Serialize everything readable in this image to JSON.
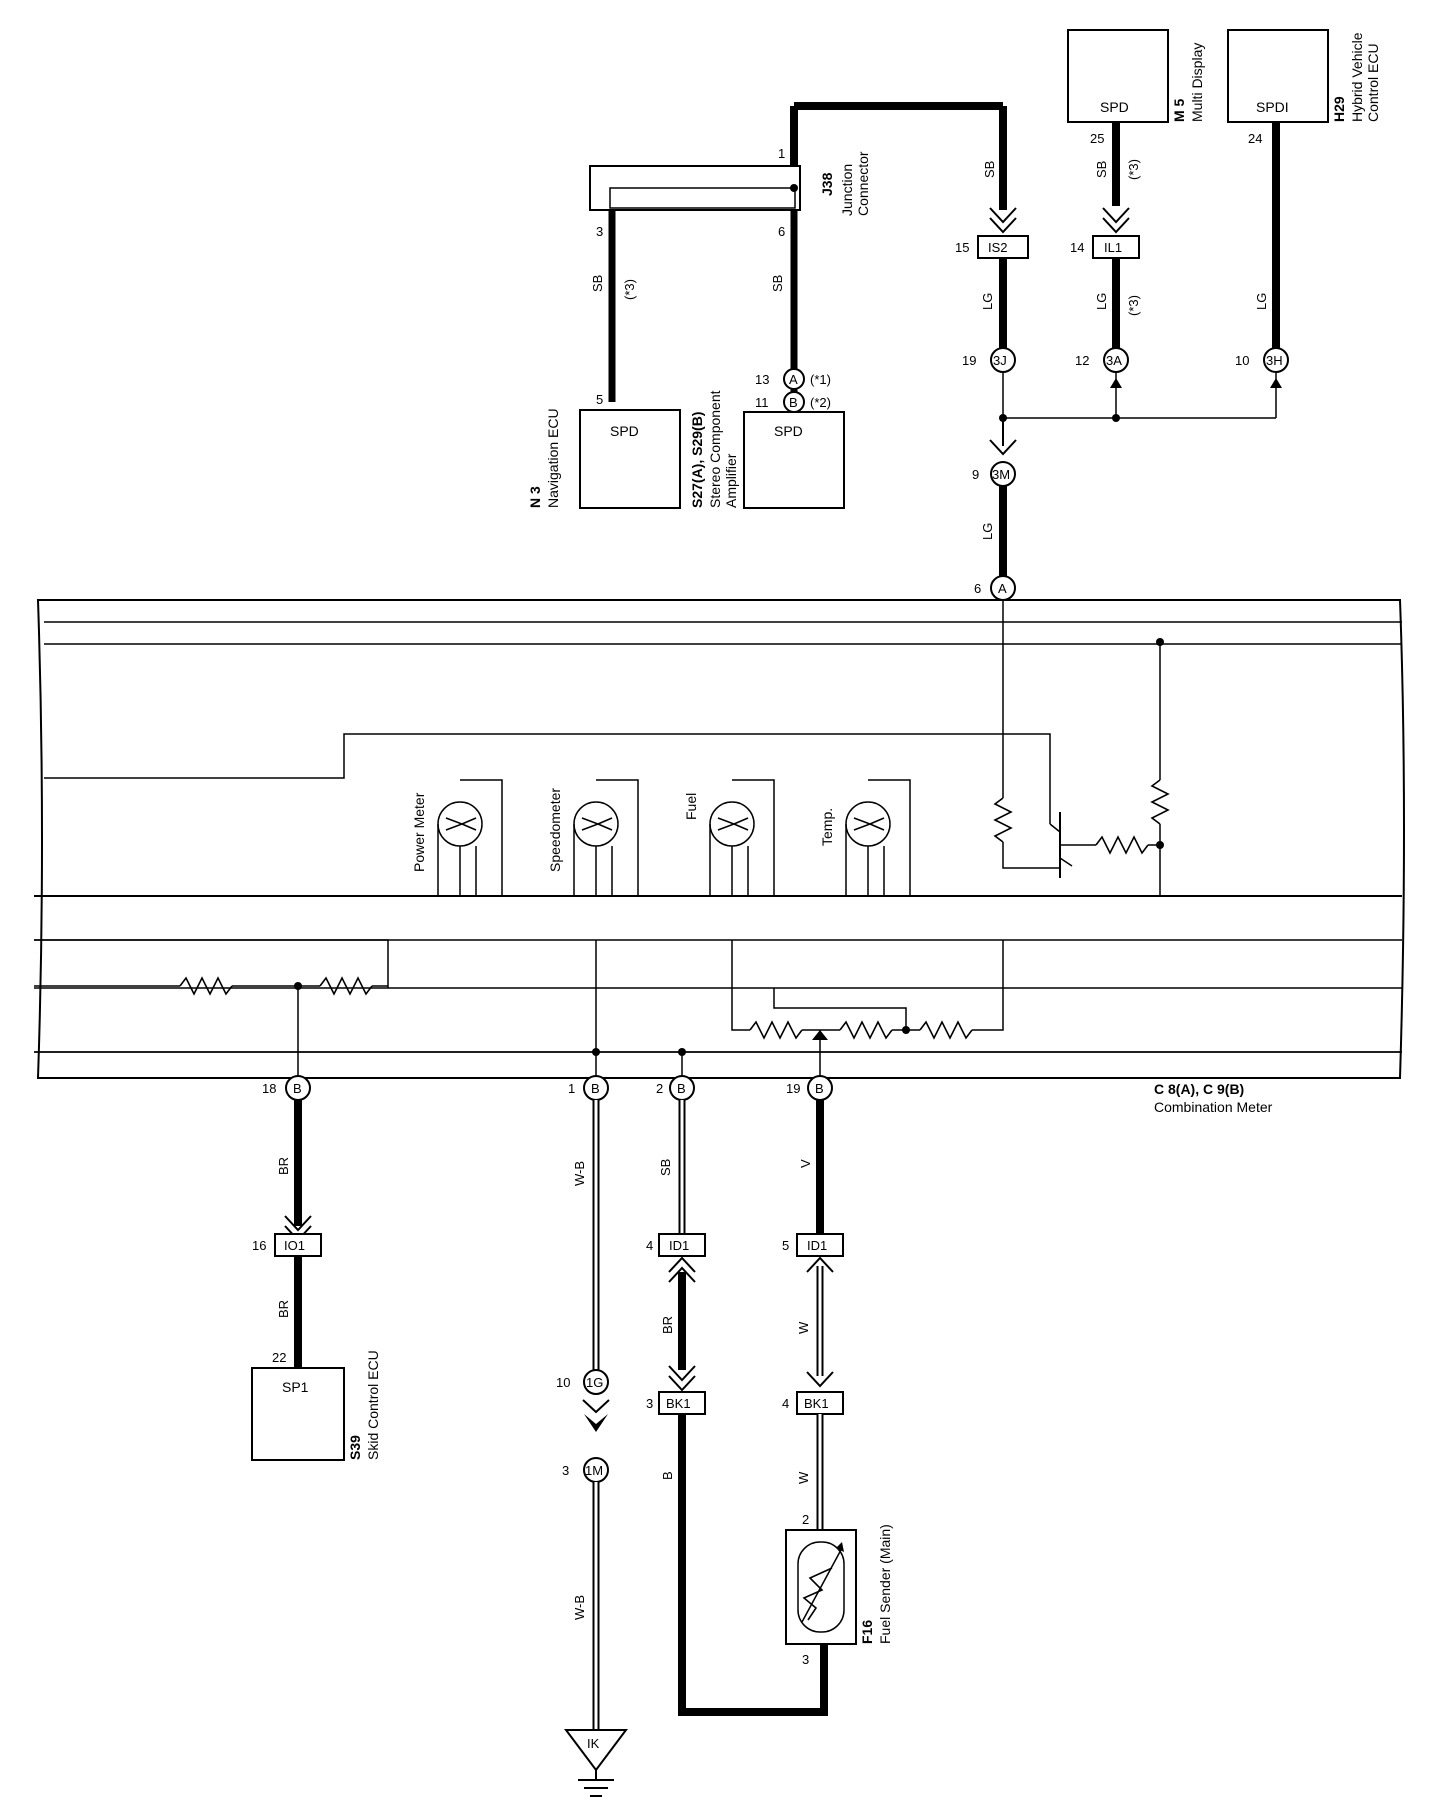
{
  "components": {
    "n3": {
      "id": "N 3",
      "name": "Navigation ECU",
      "terminal": "SPD"
    },
    "stereo": {
      "id": "S27(A), S29(B)",
      "name_line1": "Stereo Component",
      "name_line2": "Amplifier",
      "terminal": "SPD"
    },
    "j38": {
      "id": "J38",
      "name_line1": "Junction",
      "name_line2": "Connector"
    },
    "m5": {
      "id": "M 5",
      "name": "Multi Display",
      "terminal": "SPD"
    },
    "h29": {
      "id": "H29",
      "name_line1": "Hybrid Vehicle",
      "name_line2": "Control ECU",
      "terminal": "SPDI"
    },
    "combo": {
      "id": "C 8(A), C 9(B)",
      "name": "Combination Meter"
    },
    "s39": {
      "id": "S39",
      "name": "Skid Control ECU",
      "terminal": "SP1"
    },
    "f16": {
      "id": "F16",
      "name": "Fuel Sender (Main)"
    },
    "ground": {
      "label": "IK"
    }
  },
  "gauges": [
    "Power Meter",
    "Speedometer",
    "Fuel",
    "Temp."
  ],
  "connectors": {
    "is2": "IS2",
    "il1": "IL1",
    "io1": "IO1",
    "id1a": "ID1",
    "id1b": "ID1",
    "bk1a": "BK1",
    "bk1b": "BK1",
    "c3j": "3J",
    "c3a": "3A",
    "c3h": "3H",
    "c3m": "3M",
    "c1g": "1G",
    "c1m": "1M",
    "ca": "A",
    "cb1": "B",
    "cb2": "B",
    "cb3": "B",
    "cb4": "B",
    "sa": "A",
    "sb": "B"
  },
  "pins": {
    "j38_1": "1",
    "j38_3": "3",
    "j38_6": "6",
    "n3_5": "5",
    "st_13": "13",
    "st_11": "11",
    "m5_25": "25",
    "h29_24": "24",
    "is2_15": "15",
    "il1_14": "14",
    "c3j_19": "19",
    "c3a_12": "12",
    "c3h_10": "10",
    "c3m_9": "9",
    "ca_6": "6",
    "cb_18": "18",
    "cb_1": "1",
    "cb_2": "2",
    "cb_19": "19",
    "io1_16": "16",
    "s39_22": "22",
    "id1_4": "4",
    "id1_5": "5",
    "bk1_3": "3",
    "bk1_4": "4",
    "c1g_10": "10",
    "c1m_3": "3",
    "f16_2": "2",
    "f16_3": "3"
  },
  "notes": {
    "n1": "(*1)",
    "n2": "(*2)",
    "n3a": "(*3)",
    "n3b": "(*3)",
    "n3c": "(*3)"
  },
  "wires": {
    "w_sb_j38_top": "SB",
    "w_sb_n3": "SB",
    "w_sb_stereo": "SB",
    "w_sb_m5": "SB",
    "w_lg_is2": "LG",
    "w_lg_il1": "LG",
    "w_lg_h29": "LG",
    "w_lg_main": "LG",
    "w_br_1": "BR",
    "w_br_2": "BR",
    "w_wb_1": "W-B",
    "w_sb_2": "SB",
    "w_br_3": "BR",
    "w_b": "B",
    "w_v": "V",
    "w_w1": "W",
    "w_w2": "W",
    "w_wb_2": "W-B"
  }
}
